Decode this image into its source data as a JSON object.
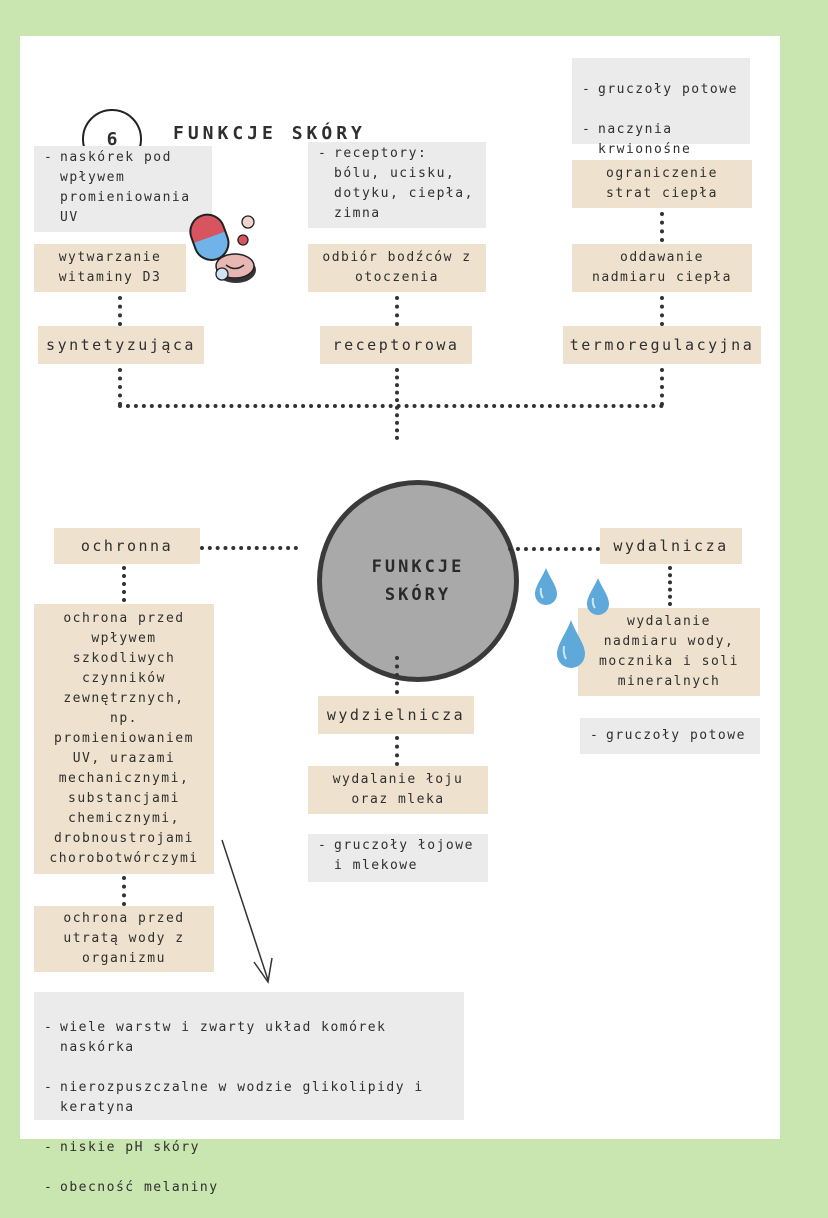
{
  "header": {
    "number": "6",
    "title": "FUNKCJE SKÓRY"
  },
  "center": {
    "label": "FUNKCJE\nSKÓRY"
  },
  "top_functions": {
    "syntetyzujaca": {
      "label": "syntetyzująca",
      "desc": "wytwarzanie\nwitaminy D3",
      "note": "naskórek pod\nwpływem\npromieniowania\nUV"
    },
    "receptorowa": {
      "label": "receptorowa",
      "desc": "odbiór bodźców z\notoczenia",
      "note": "receptory:\nbólu, ucisku,\ndotyku, ciepła,\nzimna"
    },
    "termoregulacyjna": {
      "label": "termoregulacyjna",
      "desc1": "oddawanie\nnadmiaru ciepła",
      "desc2": "ograniczenie\nstrat ciepła",
      "notes": [
        "gruczoły potowe",
        "naczynia\nkrwionośne\nskórne"
      ]
    }
  },
  "ochronna": {
    "label": "ochronna",
    "desc1": "ochrona przed\nwpływem\nszkodliwych\nczynników\nzewnętrznych,\nnp.\npromieniowaniem\nUV, urazami\nmechanicznymi,\nsubstancjami\nchemicznymi,\ndrobnoustrojami\nchorobotwórczymi",
    "desc2": "ochrona przed\nutratą wody z\norganizmu",
    "notes": [
      "wiele warstw i zwarty układ komórek\nnaskórka",
      "nierozpuszczalne w wodzie glikolipidy i\nkeratyna",
      "niskie pH skóry",
      "obecność melaniny"
    ]
  },
  "wydalnicza": {
    "label": "wydalnicza",
    "desc": "wydalanie\nnadmiaru wody,\nmocznika i soli\nmineralnych",
    "note": "gruczoły potowe"
  },
  "wydzielnicza": {
    "label": "wydzielnicza",
    "desc": "wydalanie łoju\noraz mleka",
    "note": "gruczoły łojowe\ni mlekowe"
  },
  "colors": {
    "box_beige": "#eee2cf",
    "box_gray": "#ebebeb",
    "circle_fill": "#a9a9a9",
    "frame": "#c9e5b0",
    "drop": "#5fa8da"
  },
  "icons": [
    "pill-icon",
    "water-drop-icon"
  ]
}
